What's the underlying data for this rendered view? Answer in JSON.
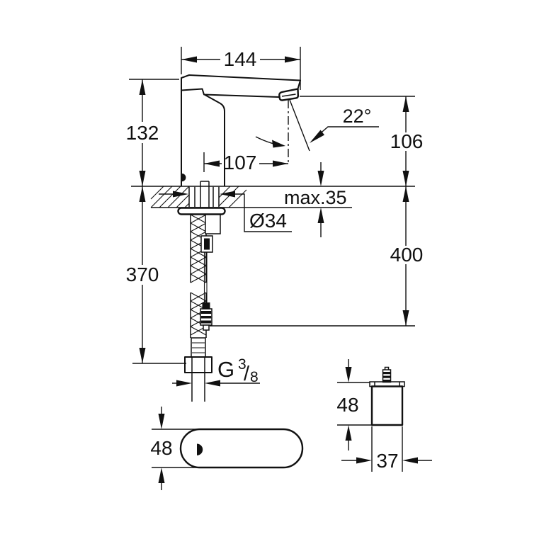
{
  "colors": {
    "line": "#111111",
    "background": "#ffffff"
  },
  "labels": {
    "dim_spout_width": "144",
    "dim_body_height": "132",
    "dim_spout_reach": "107",
    "spray_angle": "22°",
    "dim_outlet_height": "106",
    "dim_deck_thickness": "max.35",
    "dim_hole_diameter": "Ø34",
    "dim_below_deck": "400",
    "dim_hose_length": "370",
    "thread": {
      "letter": "G",
      "numerator": "3",
      "slash": "/",
      "denominator": "8"
    },
    "dim_topview_width": "48",
    "dim_box_height": "48",
    "dim_box_depth": "37"
  }
}
